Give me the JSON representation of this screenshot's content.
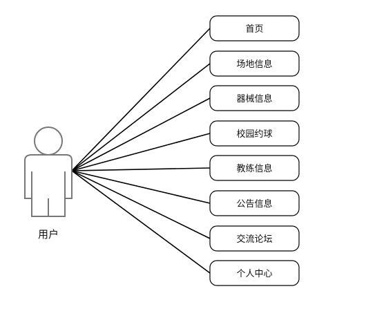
{
  "actor": {
    "label": "用户",
    "icon": "person-icon"
  },
  "use_cases": [
    {
      "label": "首页"
    },
    {
      "label": "场地信息"
    },
    {
      "label": "器械信息"
    },
    {
      "label": "校园约球"
    },
    {
      "label": "教练信息"
    },
    {
      "label": "公告信息"
    },
    {
      "label": "交流论坛"
    },
    {
      "label": "个人中心"
    }
  ],
  "colors": {
    "stroke": "#000000",
    "actor_stroke": "#777777",
    "background": "#ffffff"
  }
}
